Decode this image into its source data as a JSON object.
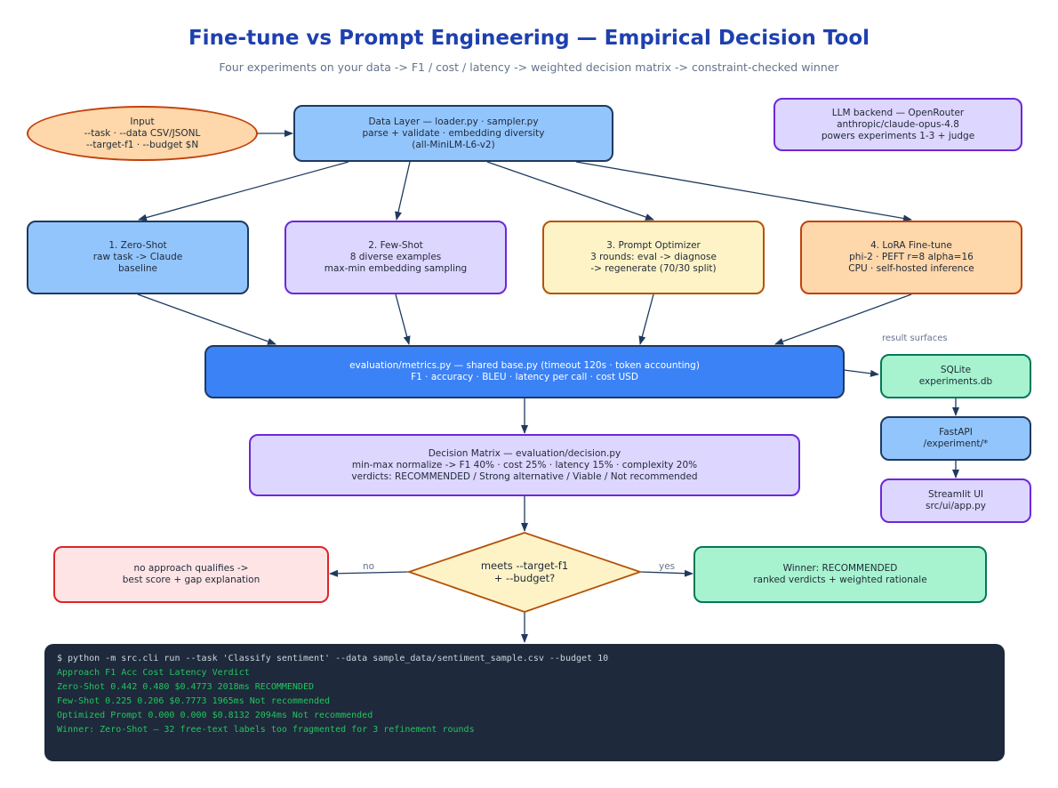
{
  "header": {
    "title": "Fine-tune vs Prompt Engineering — Empirical Decision Tool",
    "subtitle": "Four experiments on your data -> F1 / cost / latency -> weighted decision matrix -> constraint-checked winner"
  },
  "nodes": {
    "input": {
      "lines": [
        "Input",
        "--task · --data CSV/JSONL",
        "--target-f1 · --budget $N"
      ]
    },
    "data_layer": {
      "lines": [
        "Data Layer — loader.py · sampler.py",
        "parse + validate · embedding diversity",
        "(all-MiniLM-L6-v2)"
      ]
    },
    "llm_backend": {
      "lines": [
        "LLM backend — OpenRouter",
        "anthropic/claude-opus-4.8",
        "powers experiments 1-3 + judge"
      ]
    },
    "zero_shot": {
      "lines": [
        "1. Zero-Shot",
        "raw task -> Claude",
        "baseline"
      ]
    },
    "few_shot": {
      "lines": [
        "2. Few-Shot",
        "8 diverse examples",
        "max-min embedding sampling"
      ]
    },
    "prompt_optimizer": {
      "lines": [
        "3. Prompt Optimizer",
        "3 rounds: eval -> diagnose",
        "-> regenerate (70/30 split)"
      ]
    },
    "lora": {
      "lines": [
        "4. LoRA Fine-tune",
        "phi-2 · PEFT r=8 alpha=16",
        "CPU · self-hosted inference"
      ]
    },
    "metrics": {
      "lines": [
        "evaluation/metrics.py — shared base.py (timeout 120s · token accounting)",
        "F1 · accuracy · BLEU · latency per call · cost USD"
      ]
    },
    "sqlite": {
      "lines": [
        "SQLite",
        "experiments.db"
      ]
    },
    "fastapi": {
      "lines": [
        "FastAPI",
        "/experiment/*"
      ]
    },
    "streamlit": {
      "lines": [
        "Streamlit UI",
        "src/ui/app.py"
      ]
    },
    "decision_matrix": {
      "lines": [
        "Decision Matrix — evaluation/decision.py",
        "min-max normalize -> F1 40% · cost 25% · latency 15% · complexity 20%",
        "verdicts: RECOMMENDED / Strong alternative / Viable / Not recommended"
      ]
    },
    "gate": {
      "lines": [
        "meets --target-f1",
        "+ --budget?"
      ]
    },
    "no_qualify": {
      "lines": [
        "no approach qualifies ->",
        "best score + gap explanation"
      ]
    },
    "winner": {
      "lines": [
        "Winner: RECOMMENDED",
        "ranked verdicts + weighted rationale"
      ]
    }
  },
  "labels": {
    "result_surfaces": "result surfaces",
    "no": "no",
    "yes": "yes"
  },
  "terminal": {
    "command": "$ python -m src.cli run --task 'Classify sentiment' --data sample_data/sentiment_sample.csv --budget 10",
    "lines": [
      "Approach F1 Acc Cost Latency Verdict",
      "Zero-Shot 0.442 0.480 $0.4773 2018ms RECOMMENDED",
      "Few-Shot 0.225 0.206 $0.7773 1965ms Not recommended",
      "Optimized Prompt 0.000 0.000 $0.8132 2094ms Not recommended",
      "",
      "Winner: Zero-Shot — 32 free-text labels too fragmented for 3 refinement rounds"
    ]
  },
  "colors": {
    "title": "#1e40af",
    "edge": "#1e3a5f",
    "terminal_bg": "#1e293b",
    "terminal_text": "#22c55e"
  }
}
